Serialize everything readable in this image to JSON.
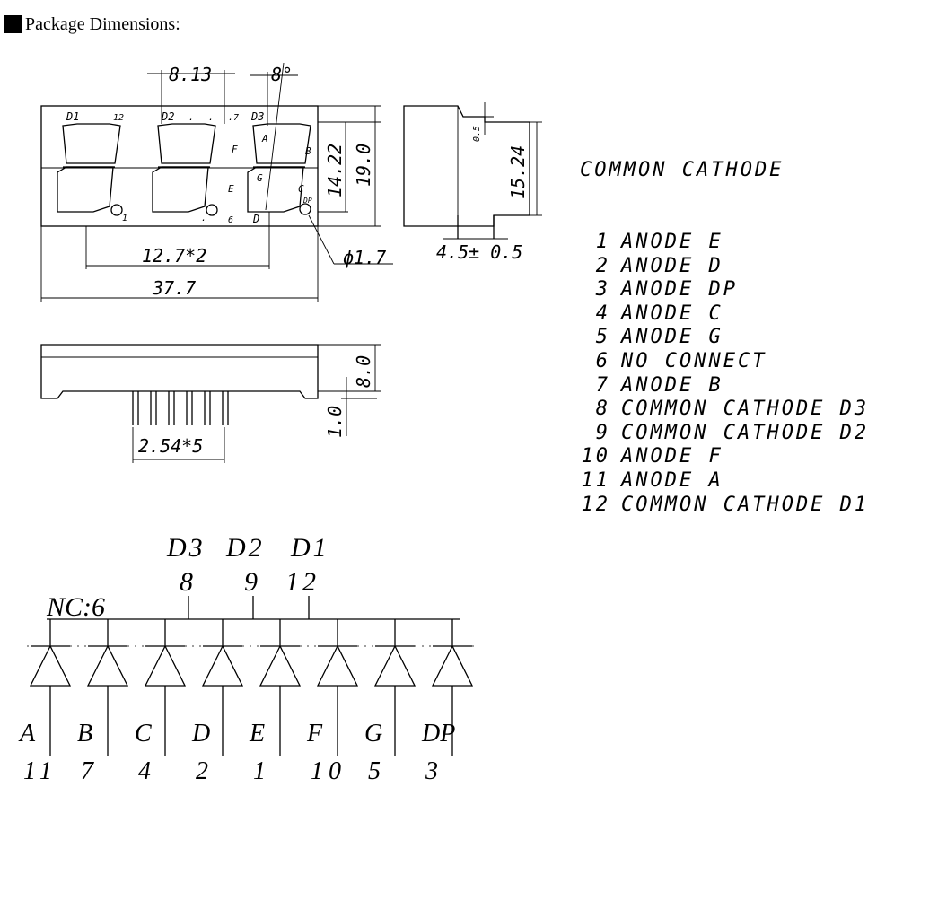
{
  "header": {
    "title": "Package Dimensions:"
  },
  "front_view": {
    "dims": {
      "digit_width": "8.13",
      "slant": "8°",
      "segment_height": "14.22",
      "height": "19.0",
      "pitch": "12.7*2",
      "total_width": "37.7",
      "dot_dia": "ϕ1.7"
    },
    "digit_labels": [
      "D1",
      "D2",
      "D3"
    ],
    "pin_labels_top": [
      "12",
      ".",
      ".",
      ".7"
    ],
    "pin_labels_bottom": [
      "1",
      ".",
      "6",
      "D"
    ],
    "segment_labels": [
      "A",
      "B",
      "C",
      "D",
      "E",
      "F",
      "G",
      "DP"
    ]
  },
  "side_view": {
    "dims": {
      "depth": "15.24",
      "top_dim": "0.5",
      "bottom": "4.5± 0.5"
    }
  },
  "bottom_view": {
    "dims": {
      "thickness": "8.0",
      "pin": "1.0",
      "pin_pitch": "2.54*5"
    }
  },
  "pin_table": {
    "title": "COMMON CATHODE",
    "pins": [
      {
        "num": "1",
        "label": "ANODE E"
      },
      {
        "num": "2",
        "label": "ANODE D"
      },
      {
        "num": "3",
        "label": "ANODE DP"
      },
      {
        "num": "4",
        "label": "ANODE C"
      },
      {
        "num": "5",
        "label": "ANODE G"
      },
      {
        "num": "6",
        "label": "NO CONNECT"
      },
      {
        "num": "7",
        "label": "ANODE B"
      },
      {
        "num": "8",
        "label": "COMMON CATHODE D3"
      },
      {
        "num": "9",
        "label": "COMMON CATHODE D2"
      },
      {
        "num": "10",
        "label": "ANODE F"
      },
      {
        "num": "11",
        "label": "ANODE A"
      },
      {
        "num": "12",
        "label": "COMMON CATHODE D1"
      }
    ]
  },
  "schematic": {
    "nc_label": "NC:6",
    "cathodes": [
      {
        "digit": "D3",
        "pin": "8"
      },
      {
        "digit": "D2",
        "pin": "9"
      },
      {
        "digit": "D1",
        "pin": "12"
      }
    ],
    "anodes": [
      {
        "segment": "A",
        "pin": "11"
      },
      {
        "segment": "B",
        "pin": "7"
      },
      {
        "segment": "C",
        "pin": "4"
      },
      {
        "segment": "D",
        "pin": "2"
      },
      {
        "segment": "E",
        "pin": "1"
      },
      {
        "segment": "F",
        "pin": "10"
      },
      {
        "segment": "G",
        "pin": "5"
      },
      {
        "segment": "DP",
        "pin": "3"
      }
    ]
  }
}
